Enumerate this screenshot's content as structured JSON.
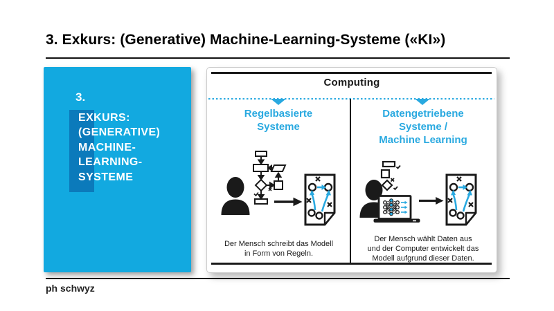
{
  "slide": {
    "title": "3. Exkurs: (Generative) Machine-Learning-Systeme («KI»)",
    "footer": "ph schwyz"
  },
  "colors": {
    "accent_cyan": "#29A9E0",
    "cover_cyan": "#12A9E0",
    "cover_dark_blue": "#0B7ABB",
    "ink": "#1A1A1A"
  },
  "cover": {
    "number": "3.",
    "lines": [
      "EXKURS:",
      "(GENERATIVE)",
      "MACHINE-",
      "LEARNING-",
      "SYSTEME"
    ]
  },
  "diagram": {
    "heading": "Computing",
    "left": {
      "title_lines": [
        "Regelbasierte",
        "Systeme"
      ],
      "caption_lines": [
        "Der Mensch schreibt das Modell",
        "in Form von Regeln."
      ],
      "icons": [
        "person-icon",
        "flowchart-icon",
        "right-arrow-icon",
        "model-document-icon"
      ]
    },
    "right": {
      "title_lines": [
        "Datengetriebene",
        "Systeme /",
        "Machine Learning"
      ],
      "caption_lines": [
        "Der Mensch wählt Daten aus",
        "und der Computer entwickelt das",
        "Modell aufgrund dieser Daten."
      ],
      "icons": [
        "data-shapes-icon",
        "person-icon",
        "laptop-neural-network-icon",
        "right-arrow-icon",
        "model-document-icon"
      ]
    }
  }
}
